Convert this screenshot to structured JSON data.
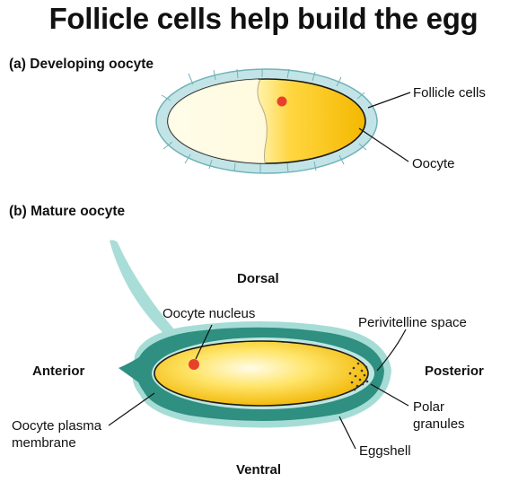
{
  "title": "Follicle cells help build the egg",
  "panel_a": {
    "heading": "(a) Developing oocyte",
    "labels": {
      "follicle_cells": "Follicle cells",
      "oocyte": "Oocyte"
    }
  },
  "panel_b": {
    "heading": "(b) Mature oocyte",
    "orientation": {
      "dorsal": "Dorsal",
      "ventral": "Ventral",
      "anterior": "Anterior",
      "posterior": "Posterior"
    },
    "labels": {
      "oocyte_nucleus": "Oocyte nucleus",
      "perivitelline_space": "Perivitelline space",
      "polar_granules_line1": "Polar",
      "polar_granules_line2": "granules",
      "plasma_membrane_line1": "Oocyte plasma",
      "plasma_membrane_line2": "membrane",
      "eggshell": "Eggshell"
    }
  },
  "colors": {
    "follicle": "#bfe3e3",
    "eggshell": "#2f8f80",
    "eggshell_light": "#a6dcd6",
    "yolk": "#f7c000",
    "yolk_light": "#fffbe0",
    "nucleus": "#e8412a"
  }
}
